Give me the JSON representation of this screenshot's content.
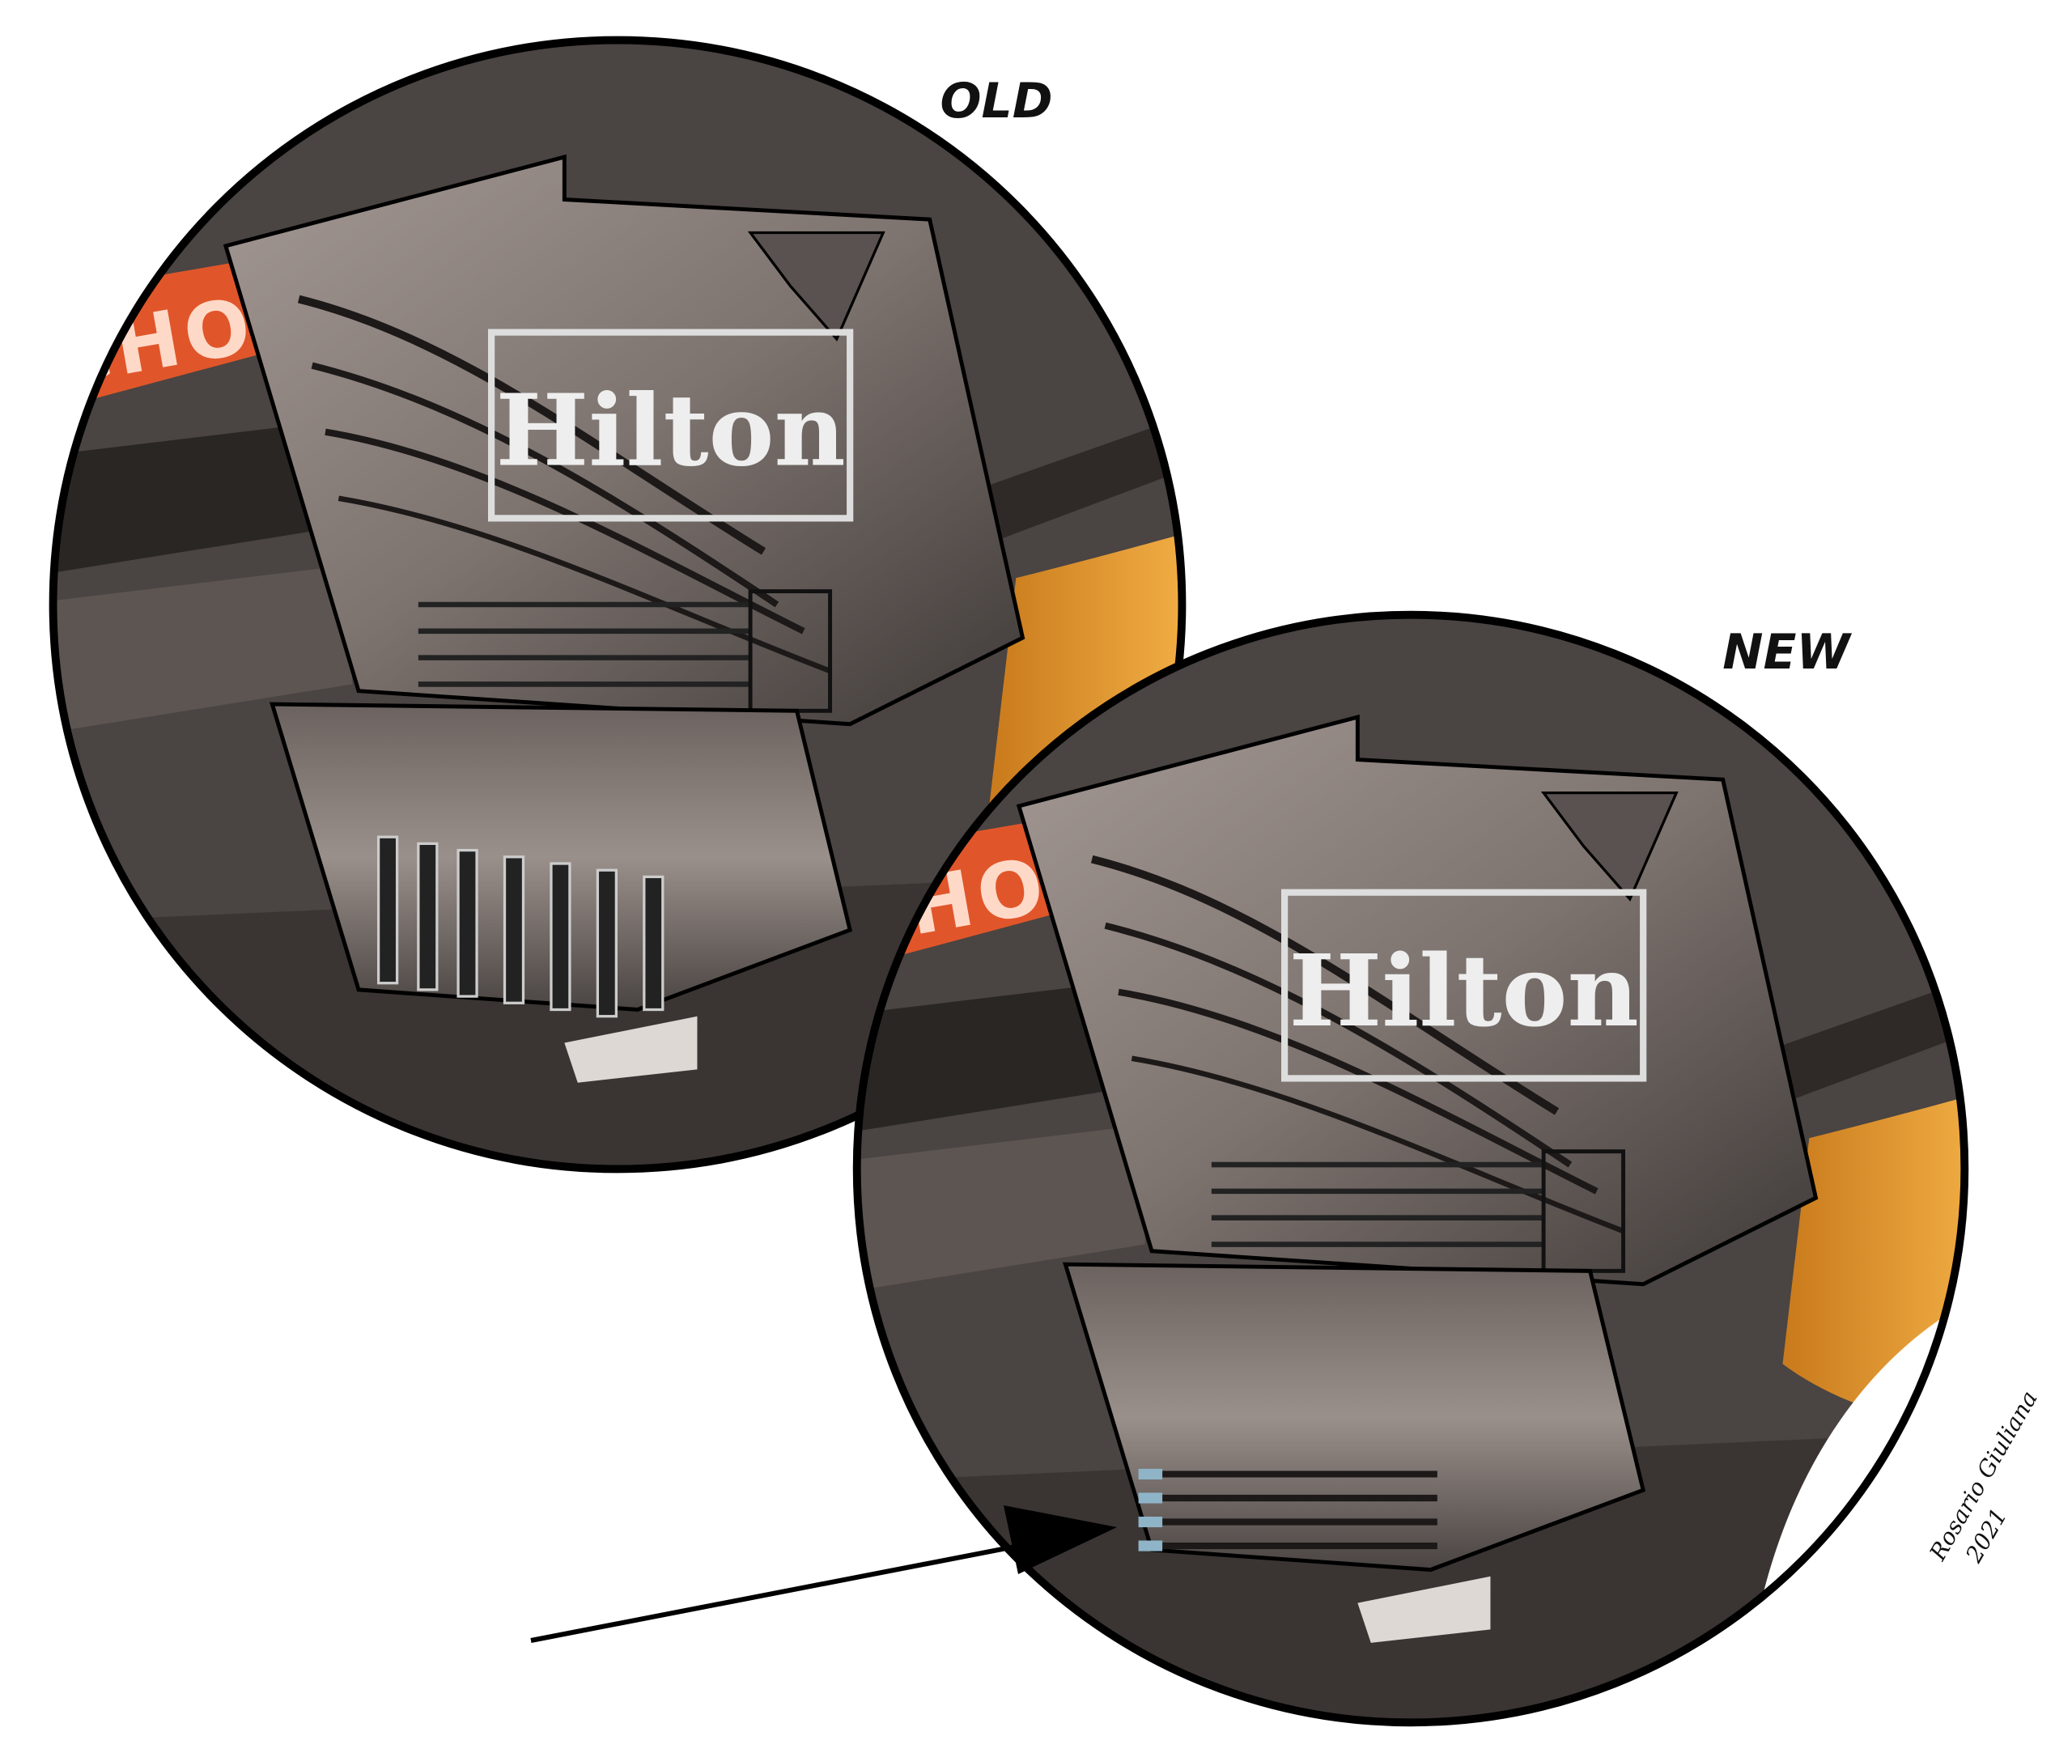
{
  "labels": {
    "old": "OLD",
    "new": "NEW"
  },
  "logo_text": "Hilton",
  "sponsor_stripe_text": "CHOCOLATE",
  "signature": {
    "name": "Rosario Giuliana",
    "year": "2021"
  },
  "colors": {
    "carbon": "#3a3533",
    "endplate": "#8a807c",
    "orange": "#f5a43a",
    "red_orange": "#e0562a",
    "outline": "#000000",
    "highlight_blue": "#8fb4c8"
  }
}
